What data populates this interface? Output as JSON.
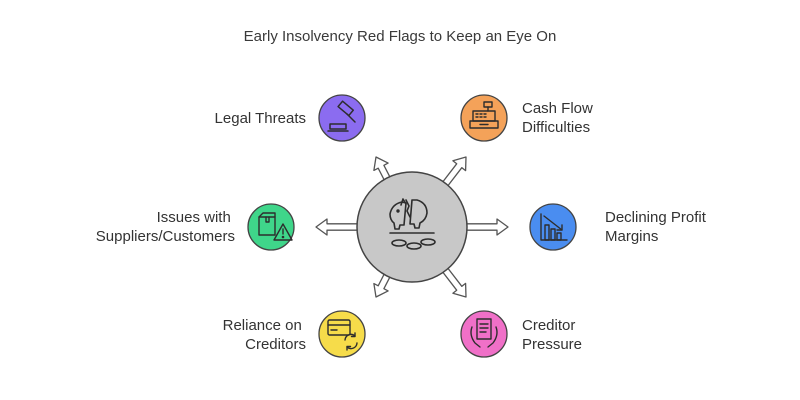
{
  "title": "Early Insolvency Red Flags to Keep an Eye On",
  "hub": {
    "icon": "broken-piggy-bank-icon",
    "color": "#c8c8c8"
  },
  "items": [
    {
      "id": "legal-threats",
      "lines": [
        "Legal Threats"
      ],
      "icon": "gavel-icon",
      "color": "#8b6cf0"
    },
    {
      "id": "cash-flow-difficulties",
      "lines": [
        "Cash Flow",
        "Difficulties"
      ],
      "icon": "cash-register-icon",
      "color": "#f4a259"
    },
    {
      "id": "declining-profit-margins",
      "lines": [
        "Declining Profit",
        "Margins"
      ],
      "icon": "declining-bar-chart-icon",
      "color": "#4a8df0"
    },
    {
      "id": "creditor-pressure",
      "lines": [
        "Creditor",
        "Pressure"
      ],
      "icon": "bill-in-hands-icon",
      "color": "#f070c8"
    },
    {
      "id": "reliance-on-creditors",
      "lines": [
        "Reliance on",
        "Creditors"
      ],
      "icon": "credit-card-refresh-icon",
      "color": "#f6dc4a"
    },
    {
      "id": "issues-with-suppliers-customers",
      "lines": [
        "Issues with",
        "Suppliers/Customers"
      ],
      "icon": "package-warning-icon",
      "color": "#3fd68a"
    }
  ]
}
